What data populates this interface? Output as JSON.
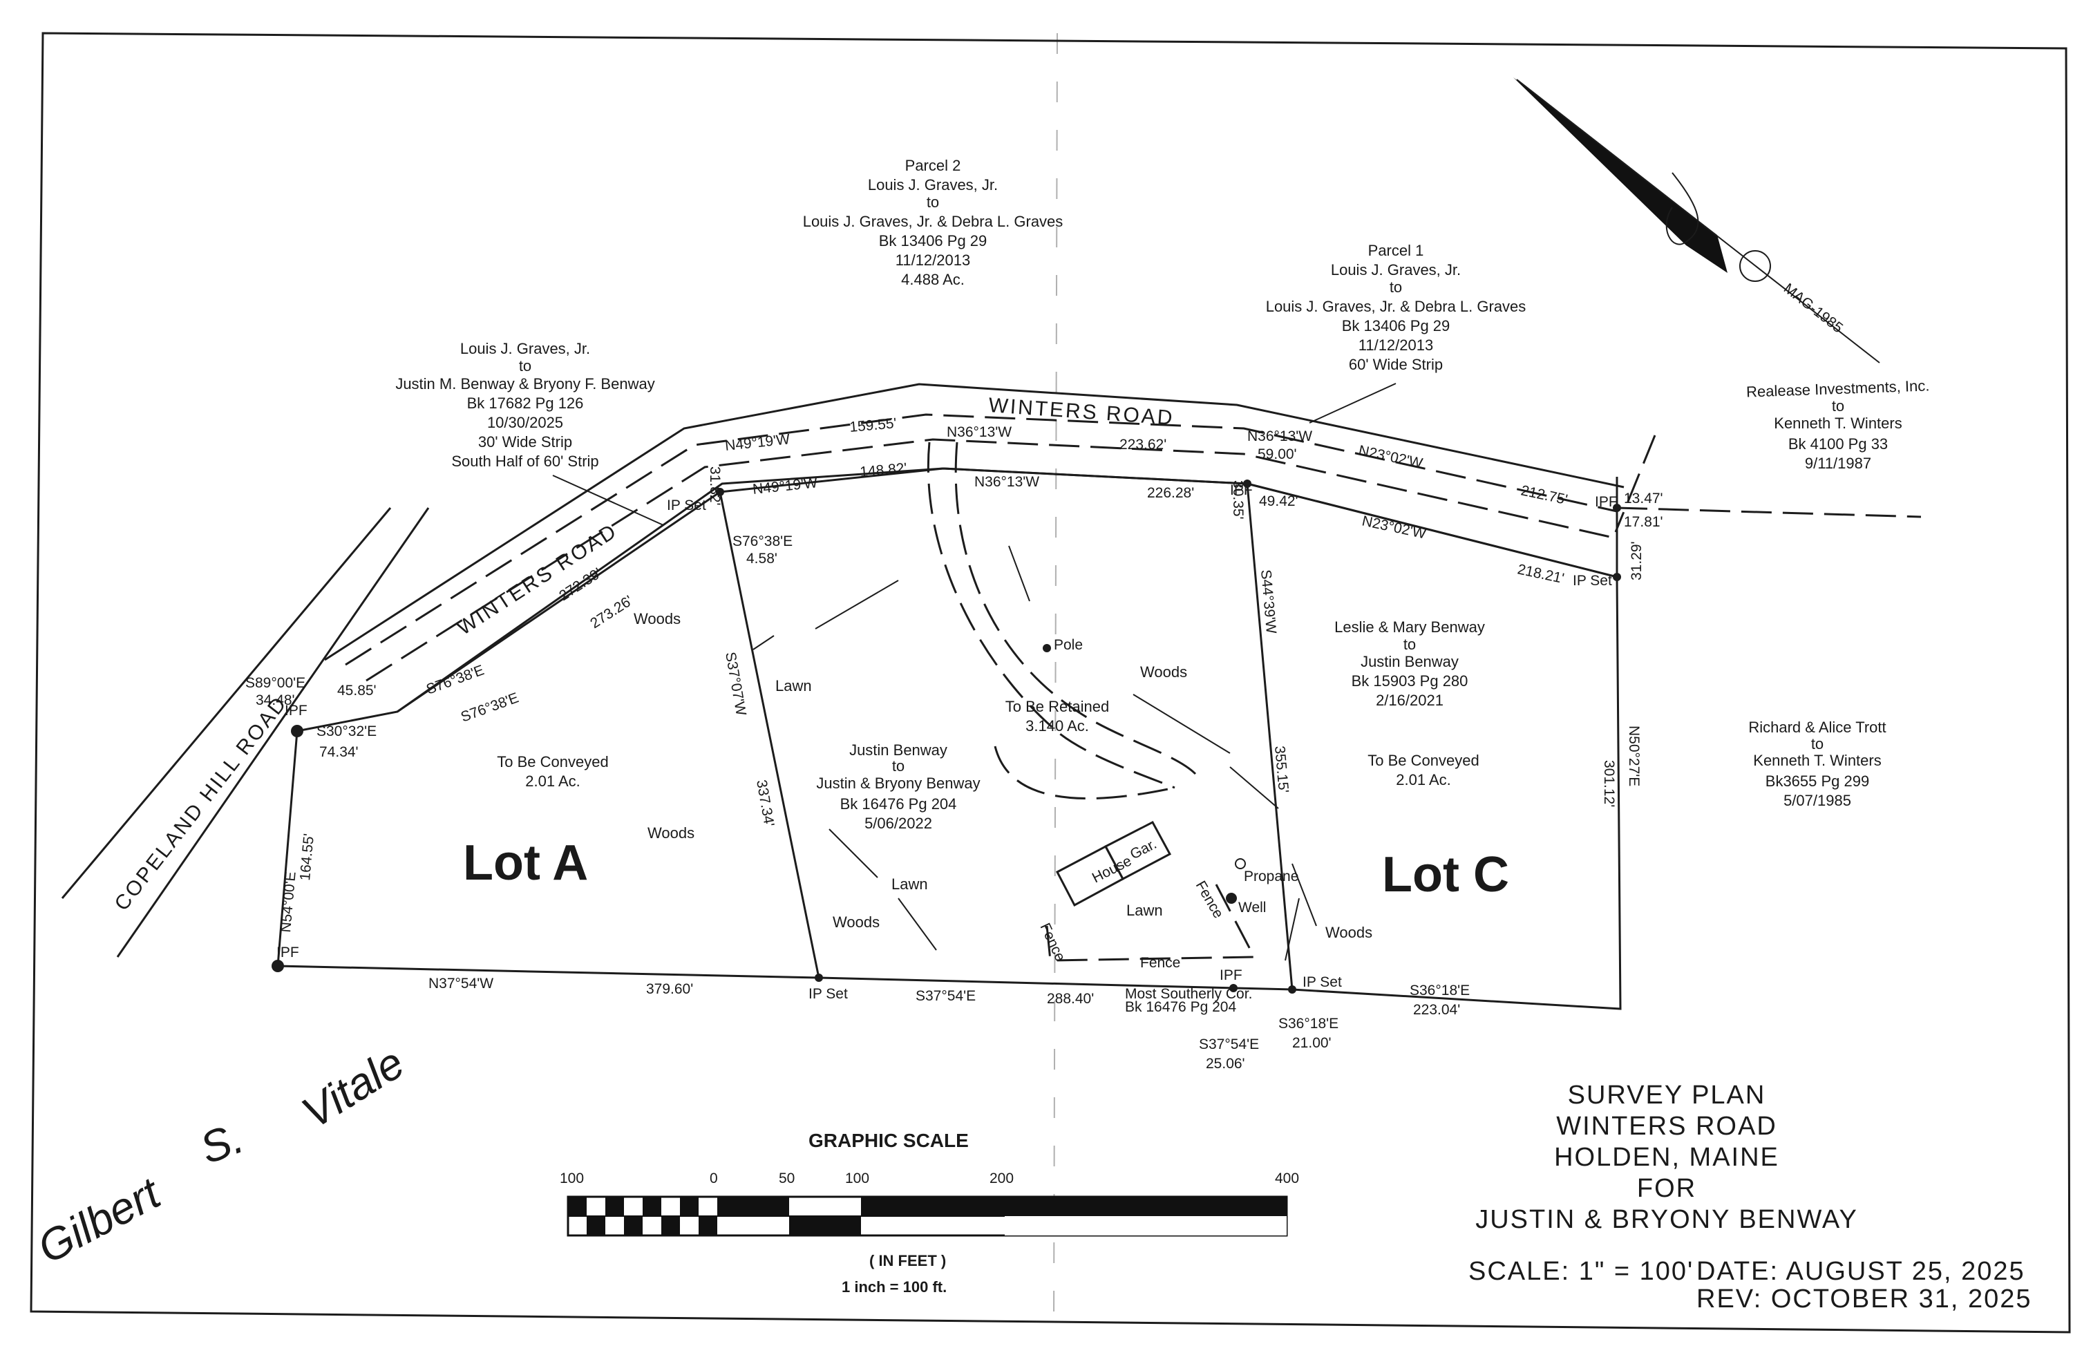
{
  "roads": {
    "winters_top": "WINTERS ROAD",
    "winters_diag": "WINTERS ROAD",
    "copeland": "COPELAND HILL ROAD"
  },
  "parcels": {
    "parcel2": [
      "Parcel 2",
      "Louis J. Graves, Jr.",
      "to",
      "Louis J. Graves, Jr. & Debra L. Graves",
      "Bk 13406 Pg 29",
      "11/12/2013",
      "4.488 Ac."
    ],
    "parcel1": [
      "Parcel 1",
      "Louis J. Graves, Jr.",
      "to",
      "Louis J. Graves, Jr. & Debra L. Graves",
      "Bk 13406 Pg 29",
      "11/12/2013",
      "60' Wide Strip"
    ],
    "strip": [
      "Louis J. Graves, Jr.",
      "to",
      "Justin M. Benway & Bryony F. Benway",
      "Bk 17682 Pg 126",
      "10/30/2025",
      "30' Wide Strip",
      "South Half of 60' Strip"
    ],
    "realease": [
      "Realease Investments, Inc.",
      "to",
      "Kenneth T. Winters",
      "Bk 4100 Pg 33",
      "9/11/1987"
    ],
    "leslie": [
      "Leslie & Mary Benway",
      "to",
      "Justin Benway",
      "Bk 15903 Pg 280",
      "2/16/2021"
    ],
    "trott": [
      "Richard & Alice Trott",
      "to",
      "Kenneth T. Winters",
      "Bk3655 Pg 299",
      "5/07/1985"
    ],
    "justin": [
      "Justin Benway",
      "to",
      "Justin & Bryony Benway",
      "Bk 16476 Pg 204",
      "5/06/2022"
    ]
  },
  "areas": {
    "lotA_conv": [
      "To Be Conveyed",
      "2.01 Ac."
    ],
    "lotC_conv": [
      "To Be Conveyed",
      "2.01 Ac."
    ],
    "retained": [
      "To Be Retained",
      "3.140 Ac."
    ]
  },
  "lots": {
    "a": "Lot A",
    "c": "Lot C"
  },
  "features": {
    "woods": "Woods",
    "lawn": "Lawn",
    "pole": "Pole",
    "house": "House",
    "gar": "Gar.",
    "fence": "Fence",
    "propane": "Propane",
    "well": "Well",
    "ipf": "IPF",
    "ip_set": "IP Set",
    "most_southerly": [
      "Most Southerly Cor.",
      "Bk 16476 Pg 204"
    ]
  },
  "measurements": {
    "n49_1": "N49°19'W",
    "d159": "159.55'",
    "n36_1": "N36°13'W",
    "d223_62": "223.62'",
    "n36_2": "N36°13'W",
    "d59": "59.00'",
    "n23_1": "N23°02'W",
    "d212": "212.75'",
    "n49_2": "N49°19'W",
    "d148": "148.82'",
    "n36_3": "N36°13'W",
    "d226": "226.28'",
    "d49_42": "49.42'",
    "n23_2": "N23°02'W",
    "d218": "218.21'",
    "d13": "13.47'",
    "d17": "17.81'",
    "d31": "31.29'",
    "d30": "30.35'",
    "d31_82": "31.82'",
    "s76_a": "S76°38'E",
    "d4_58": "4.58'",
    "d272": "272.39'",
    "d273": "273.26'",
    "s76_b": "S76°38'E",
    "s76_c": "S76°38'E",
    "s89": "S89°00'E",
    "d34": "34.48'",
    "d45": "45.85'",
    "s30": "S30°32'E",
    "d74": "74.34'",
    "n54": "N54°00'E",
    "d164": "164.55'",
    "s37_07": "S37°07'W",
    "d337": "337.34'",
    "s44": "S44°39'W",
    "d355": "355.15'",
    "n50": "N50°27'E",
    "d301": "301.12'",
    "n37": "N37°54'W",
    "d379": "379.60'",
    "s37_54": "S37°54'E",
    "d288": "288.40'",
    "s37_54b": "S37°54'E",
    "d25": "25.06'",
    "s36_18a": "S36°18'E",
    "d21": "21.00'",
    "s36_18b": "S36°18'E",
    "d223_04": "223.04'"
  },
  "scale": {
    "title": "GRAPHIC SCALE",
    "ticks": [
      "100",
      "0",
      "50",
      "100",
      "200",
      "400"
    ],
    "unit": "( IN FEET )",
    "ratio": "1 inch = 100 ft."
  },
  "title_block": {
    "lines": [
      "SURVEY PLAN",
      "WINTERS ROAD",
      "HOLDEN, MAINE",
      "FOR",
      "JUSTIN & BRYONY BENWAY"
    ],
    "scale_label": "SCALE: 1\" = 100'",
    "date": "DATE: AUGUST 25, 2025",
    "rev": "REV: OCTOBER 31, 2025"
  },
  "north_arrow_mark": "MAG-1985",
  "signature": [
    "Gilbert S. Vitale"
  ]
}
